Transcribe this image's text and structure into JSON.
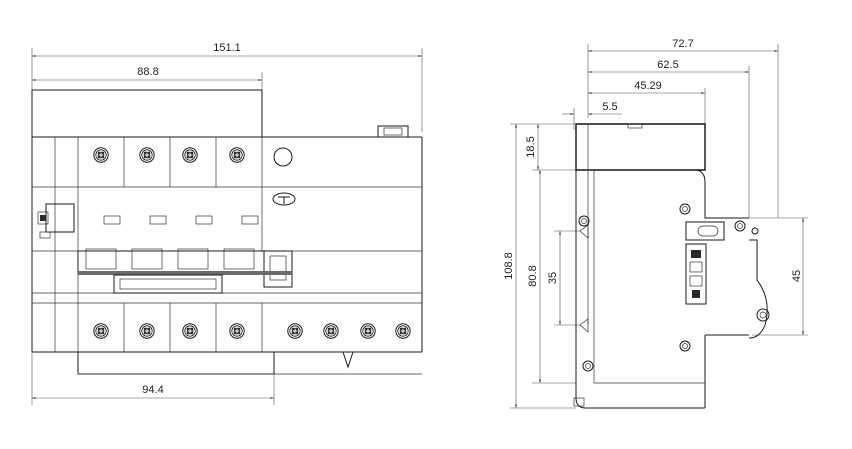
{
  "front_view": {
    "dimensions": {
      "total_width": "151.1",
      "upper_module_width": "88.8",
      "lower_module_width": "94.4"
    },
    "top_terminals": 4,
    "bottom_terminals": 8
  },
  "side_view": {
    "dimensions": {
      "depth_total": "72.7",
      "depth_mid": "62.5",
      "depth_inner": "45.29",
      "top_offset": "5.5",
      "overall_height": "108.8",
      "top_step": "18.5",
      "body_height": "80.8",
      "rail_height": "35",
      "handle_height": "45"
    }
  },
  "colors": {
    "line": "#1a1a1a",
    "dimension": "#555555",
    "text": "#222222"
  }
}
